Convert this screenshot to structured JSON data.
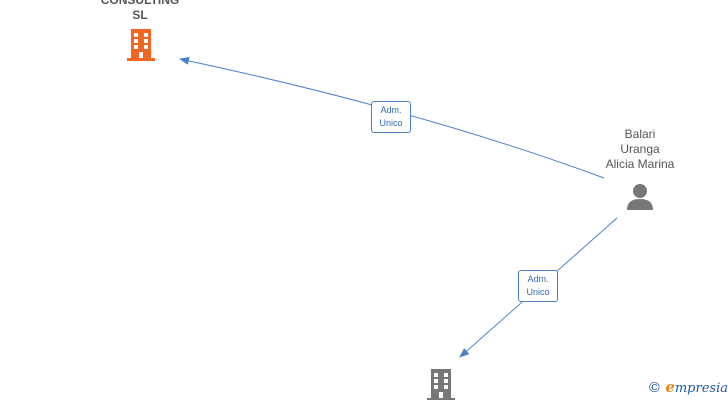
{
  "nodes": {
    "company_top": {
      "name_line1": "CONSULTING",
      "name_line2": "SL",
      "icon": "building-icon",
      "color": "#f26522"
    },
    "person": {
      "name_line1": "Balari",
      "name_line2": "Uranga",
      "name_line3": "Alicia Marina",
      "icon": "person-icon",
      "color": "#777777"
    },
    "company_bottom": {
      "icon": "building-icon",
      "color": "#777777"
    }
  },
  "edges": [
    {
      "from": "person",
      "to": "company_top",
      "label_line1": "Adm.",
      "label_line2": "Unico"
    },
    {
      "from": "person",
      "to": "company_bottom",
      "label_line1": "Adm.",
      "label_line2": "Unico"
    }
  ],
  "colors": {
    "edge": "#4a82c7",
    "brand_accent": "#e8861a",
    "brand": "#1f5a9e"
  },
  "brand": {
    "copyright": "©",
    "e": "e",
    "rest": "mpresia"
  }
}
